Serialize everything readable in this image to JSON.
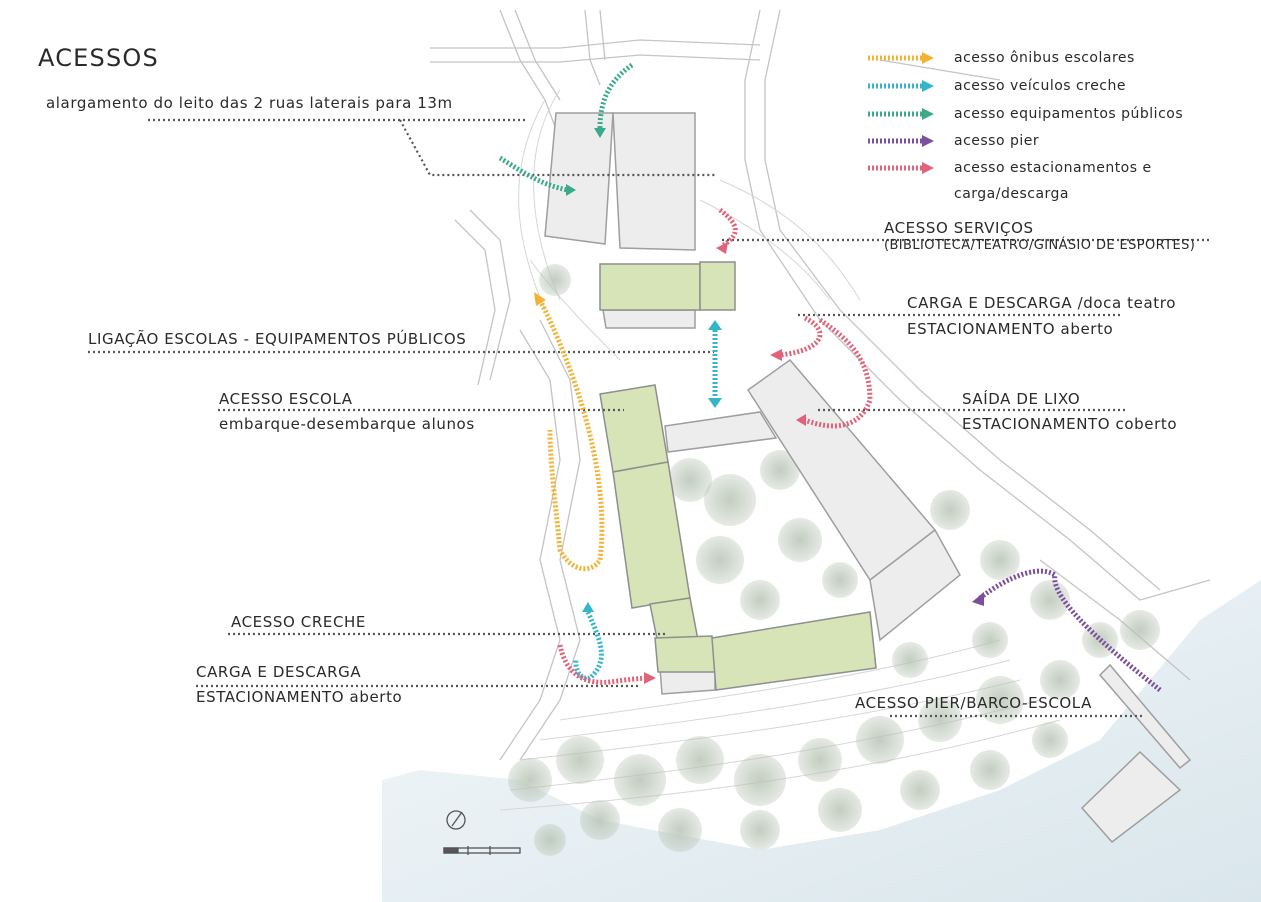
{
  "title": "ACESSOS",
  "legend": [
    {
      "label": "acesso ônibus escolares",
      "color": "#F2B233",
      "icon": "dotted-arrow-icon"
    },
    {
      "label": "acesso veículos creche",
      "color": "#33B6C8",
      "icon": "dotted-arrow-icon"
    },
    {
      "label": "acesso equipamentos públicos",
      "color": "#3BAA8C",
      "icon": "dotted-arrow-icon"
    },
    {
      "label": "acesso pier",
      "color": "#7B4E9E",
      "icon": "dotted-arrow-icon"
    },
    {
      "label": "acesso estacionamentos e",
      "label2": "carga/descarga",
      "color": "#E0637A",
      "icon": "dotted-arrow-icon"
    }
  ],
  "annotations": {
    "alargamento": "alargamento do leito das 2 ruas laterais para 13m",
    "acesso_servicos": "ACESSO SERVIÇOS",
    "acesso_servicos_sub": "(BIBLIOTECA/TEATRO/GINÁSIO DE ESPORTES)",
    "carga_teatro": "CARGA E DESCARGA /doca teatro",
    "estac_aberto_1": "ESTACIONAMENTO aberto",
    "ligacao": "LIGAÇÃO ESCOLAS - EQUIPAMENTOS PÚBLICOS",
    "acesso_escola": "ACESSO ESCOLA",
    "embarque": "embarque-desembarque alunos",
    "saida_lixo": "SAÍDA DE LIXO",
    "estac_coberto": "ESTACIONAMENTO coberto",
    "acesso_creche": "ACESSO CRECHE",
    "carga_creche": "CARGA E DESCARGA",
    "estac_aberto_2": "ESTACIONAMENTO aberto",
    "acesso_pier": "ACESSO PIER/BARCO-ESCOLA"
  },
  "colors": {
    "building_green": "#D6E4B8",
    "building_grey": "#EDEDED",
    "tree": "#A9B8A7",
    "water": "#E6EEF2",
    "road": "#BDBDBD"
  },
  "map_symbols": [
    "north-arrow-icon",
    "scale-bar"
  ]
}
